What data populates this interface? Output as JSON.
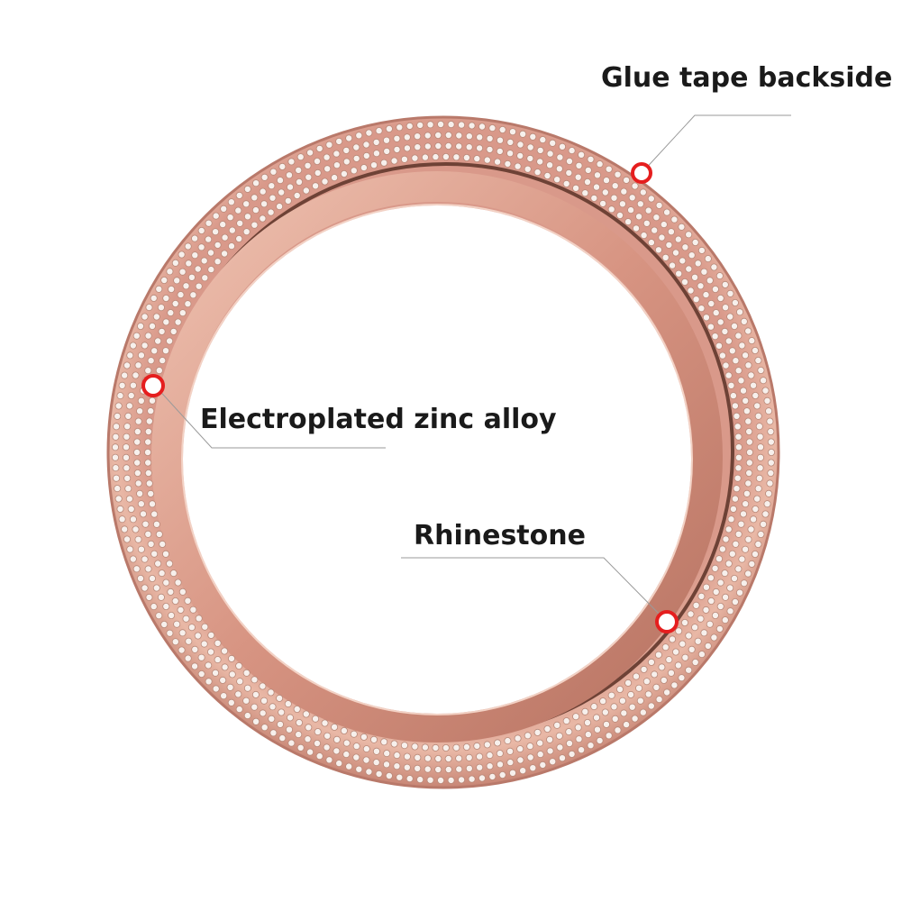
{
  "colors": {
    "background": "#ffffff",
    "ring_outer": "#e8b5a2",
    "ring_mid": "#d9998a",
    "ring_inner": "#c4806f",
    "ring_shadow": "#8a5a4a",
    "rhinestone": "#f7f0ec",
    "rhinestone_edge": "#b88878",
    "marker_red": "#e51e1e",
    "leader_line": "#9a9a9a",
    "label_text": "#1a1a1a"
  },
  "callouts": {
    "glue": {
      "label": "Glue tape backside"
    },
    "zinc": {
      "label": "Electroplated zinc alloy"
    },
    "rhinestone": {
      "label": "Rhinestone"
    }
  }
}
